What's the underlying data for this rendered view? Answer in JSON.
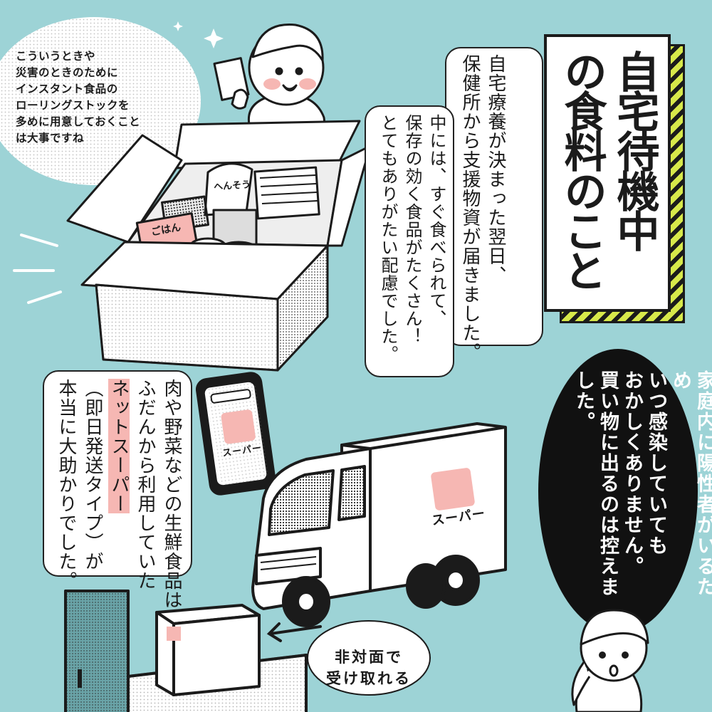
{
  "title": {
    "col1": "自宅待機中",
    "col2": "の食料のこと"
  },
  "speech_top_left": {
    "lines": [
      "こういうときや",
      "災害のときのために",
      "インスタント食品の",
      "ローリングストックを",
      "多めに用意しておくこと",
      "は大事ですね"
    ]
  },
  "panel_right_text": {
    "line1": "自宅療養が決まった翌日、",
    "line2": "保健所から支援物資が届きました。"
  },
  "panel_mid_text": {
    "line1": "中には、すぐ食べられて、",
    "line2": "保存の効く食品がたくさん！",
    "line3": "とてもありがたい配慮でした。"
  },
  "box_labels": {
    "pack_gohan": "ごはん",
    "pack_noodle": "へんそう"
  },
  "black_bubble": {
    "lines": [
      "家庭内に陽性者がいるため",
      "いつ感染していても",
      "おかしくありません。",
      "買い物に出るのは控えました。"
    ]
  },
  "panel_bottom_left": {
    "line1": "肉や野菜などの生鮮食品は",
    "line2": "ふだんから利用していた",
    "line3_highlight": "ネットスーパー",
    "line4": "（即日発送タイプ）が",
    "line5": "本当に大助かりでした。"
  },
  "phone_label": "スーパー",
  "truck_label": "スーパー",
  "bubble_bottom": {
    "line1": "非対面で",
    "line2": "受け取れる"
  },
  "colors": {
    "background": "#9dd3d6",
    "accent_yellow": "#d7e84a",
    "pink": "#f6b7b3",
    "ink": "#1b1b1b"
  }
}
